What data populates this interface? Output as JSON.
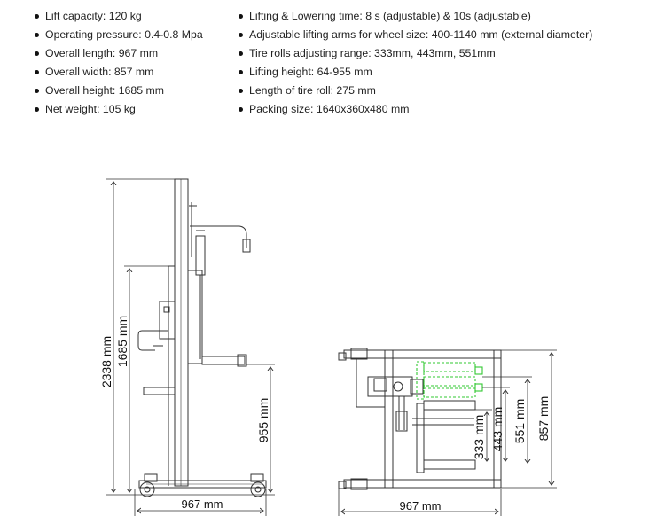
{
  "specs_left": [
    {
      "text": "Lift capacity: 120 kg"
    },
    {
      "text": "Operating pressure: 0.4-0.8 Mpa"
    },
    {
      "text": "Overall length: 967 mm"
    },
    {
      "text": "Overall width: 857 mm"
    },
    {
      "text": "Overall height: 1685 mm"
    },
    {
      "text": "Net weight: 105 kg"
    }
  ],
  "specs_right": [
    {
      "text": "Lifting & Lowering time: 8 s (adjustable) & 10s (adjustable)"
    },
    {
      "text": "Adjustable lifting arms for wheel size: 400-1140 mm (external diameter)"
    },
    {
      "text": "Tire rolls adjusting range: 333mm, 443mm, 551mm"
    },
    {
      "text": "Lifting height: 64-955 mm"
    },
    {
      "text": "Length of tire roll: 275 mm"
    },
    {
      "text": "Packing size: 1640x360x480 mm"
    }
  ],
  "side_view": {
    "dim_total_height": "2338 mm",
    "dim_overall_height": "1685 mm",
    "dim_lift_height": "955 mm",
    "dim_length": "967 mm"
  },
  "top_view": {
    "dim_length": "967 mm",
    "dim_roll_333": "333 mm",
    "dim_roll_443": "443 mm",
    "dim_roll_551": "551 mm",
    "dim_width": "857 mm"
  },
  "colors": {
    "line": "#333333",
    "highlight_roll": "#32c832"
  }
}
